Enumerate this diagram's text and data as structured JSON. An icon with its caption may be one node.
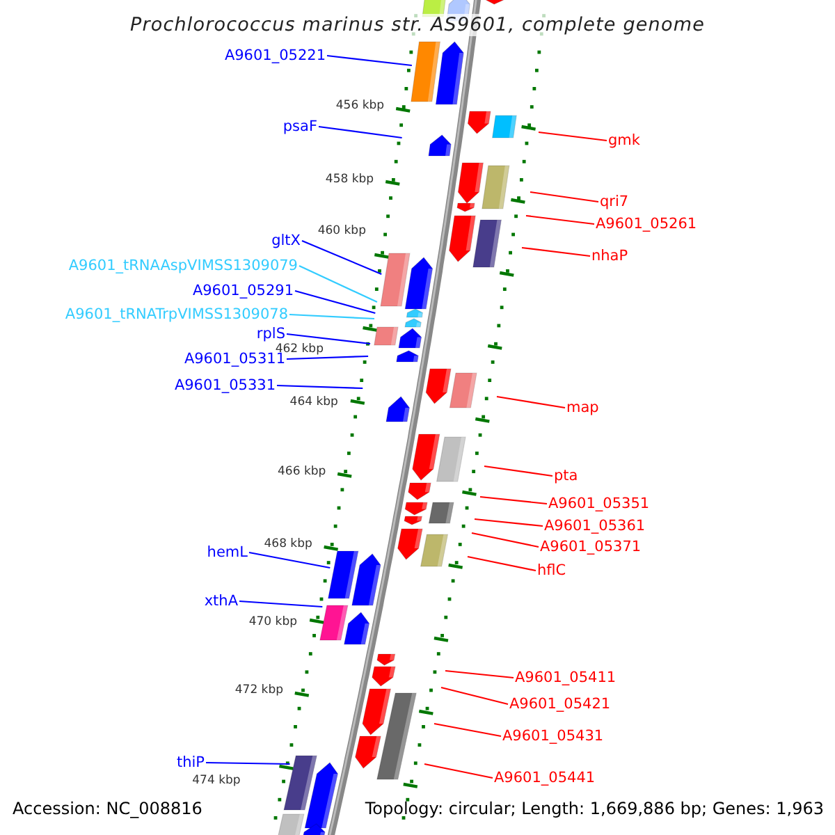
{
  "diagram": {
    "title": "Prochlorococcus marinus str. AS9601, complete genome",
    "nodes": [
      {
        "text": [
          "A9601_05221"
        ]
      },
      {
        "text": [
          "psaF"
        ]
      },
      {
        "text": [
          "gltX"
        ]
      },
      {
        "text": [
          "A9601_tRNAAspVIMSS1309079"
        ]
      },
      {
        "text": [
          "A9601_05291"
        ]
      },
      {
        "text": [
          "A9601_tRNATrpVIMSS1309078"
        ]
      },
      {
        "text": [
          "rplS"
        ]
      },
      {
        "text": [
          "A9601_05311"
        ]
      },
      {
        "text": [
          "A9601_05331"
        ]
      },
      {
        "text": [
          "hemL"
        ]
      },
      {
        "text": [
          "xthA"
        ]
      },
      {
        "text": [
          "thiP"
        ]
      },
      {
        "text": [
          "gmk"
        ]
      },
      {
        "text": [
          "qri7"
        ]
      },
      {
        "text": [
          "A9601_05261"
        ]
      },
      {
        "text": [
          "nhaP"
        ]
      },
      {
        "text": [
          "map"
        ]
      },
      {
        "text": [
          "pta"
        ]
      },
      {
        "text": [
          "A9601_05351"
        ]
      },
      {
        "text": [
          "A9601_05361"
        ]
      },
      {
        "text": [
          "A9601_05371"
        ]
      },
      {
        "text": [
          "hflC"
        ]
      },
      {
        "text": [
          "A9601_05411"
        ]
      },
      {
        "text": [
          "A9601_05421"
        ]
      },
      {
        "text": [
          "A9601_05431"
        ]
      },
      {
        "text": [
          "A9601_05441"
        ]
      }
    ],
    "edges": [
      {
        "from": 0,
        "to": null,
        "arrow": "none",
        "color": "#0000ff"
      },
      {
        "from": 1,
        "to": null,
        "arrow": "none",
        "color": "#0000ff"
      },
      {
        "from": 2,
        "to": null,
        "arrow": "none",
        "color": "#0000ff"
      },
      {
        "from": 3,
        "to": null,
        "arrow": "none",
        "color": "#33ccff"
      },
      {
        "from": 4,
        "to": null,
        "arrow": "none",
        "color": "#0000ff"
      },
      {
        "from": 5,
        "to": null,
        "arrow": "none",
        "color": "#33ccff"
      },
      {
        "from": 6,
        "to": null,
        "arrow": "none",
        "color": "#0000ff"
      },
      {
        "from": 7,
        "to": null,
        "arrow": "none",
        "color": "#0000ff"
      },
      {
        "from": 8,
        "to": null,
        "arrow": "none",
        "color": "#0000ff"
      },
      {
        "from": 9,
        "to": null,
        "arrow": "none",
        "color": "#0000ff"
      },
      {
        "from": 10,
        "to": null,
        "arrow": "none",
        "color": "#0000ff"
      },
      {
        "from": 11,
        "to": null,
        "arrow": "none",
        "color": "#0000ff"
      },
      {
        "from": 12,
        "to": null,
        "arrow": "none"
      },
      {
        "from": 13,
        "to": null,
        "arrow": "none"
      },
      {
        "from": 14,
        "to": null,
        "arrow": "none"
      },
      {
        "from": 15,
        "to": null,
        "arrow": "none"
      },
      {
        "from": 16,
        "to": null,
        "arrow": "none"
      },
      {
        "from": 17,
        "to": null,
        "arrow": "none"
      },
      {
        "from": 18,
        "to": null,
        "arrow": "none"
      },
      {
        "from": 19,
        "to": null,
        "arrow": "none"
      },
      {
        "from": 20,
        "to": null,
        "arrow": "none"
      },
      {
        "from": 21,
        "to": null,
        "arrow": "none"
      },
      {
        "from": 22,
        "to": null,
        "arrow": "none"
      },
      {
        "from": 23,
        "to": null,
        "arrow": "none"
      },
      {
        "from": 24,
        "to": null,
        "arrow": "none"
      },
      {
        "from": 25,
        "to": null,
        "arrow": "none"
      }
    ],
    "labels": [
      "456 kbp",
      "458 kbp",
      "460 kbp",
      "462 kbp",
      "464 kbp",
      "466 kbp",
      "468 kbp",
      "470 kbp",
      "472 kbp",
      "474 kbp",
      "Accession: NC_008816",
      "Topology: circular; Length: 1,669,886 bp; Genes: 1,963"
    ]
  }
}
